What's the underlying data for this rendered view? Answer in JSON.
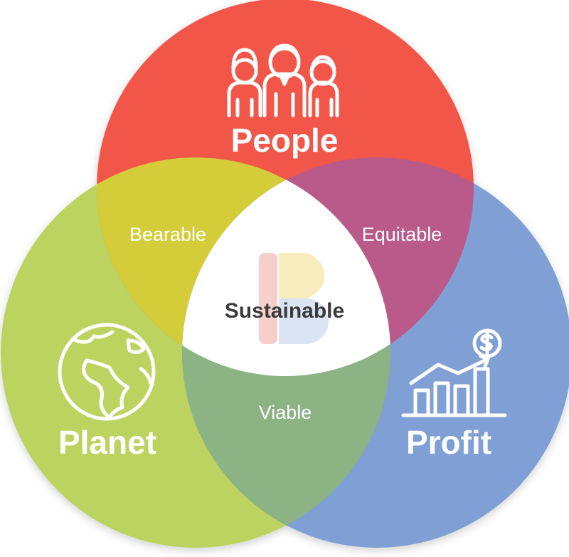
{
  "circles": {
    "people": {
      "label": "People",
      "color": "#f2564a",
      "icon": "people-group-icon"
    },
    "planet": {
      "label": "Planet",
      "color": "#bcd35f",
      "icon": "globe-icon"
    },
    "profit": {
      "label": "Profit",
      "color": "#7f9fd5",
      "icon": "growth-chart-icon"
    }
  },
  "overlaps": {
    "bearable": {
      "label": "Bearable",
      "color": "#d5cc3a"
    },
    "equitable": {
      "label": "Equitable",
      "color": "#b95a8b"
    },
    "viable": {
      "label": "Viable",
      "color": "#8bb384"
    }
  },
  "center": {
    "label": "Sustainable",
    "color": "#ffffff",
    "logo": "b-logo-icon"
  }
}
